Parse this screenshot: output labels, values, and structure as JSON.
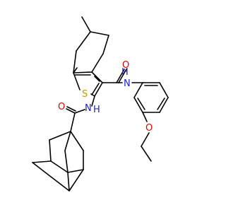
{
  "molecule": {
    "atoms": {
      "sulfur": "S",
      "amide_oxygen_top": "O",
      "amide_nh_right": "N",
      "amide_h_right": "H",
      "amide_nh_left": "N",
      "amide_h_left": "H",
      "amide_oxygen_left": "O",
      "ether_oxygen": "O"
    },
    "colors": {
      "bond": "#000000",
      "sulfur": "#b8a000",
      "nitrogen": "#2020d0",
      "oxygen": "#e00000"
    }
  }
}
